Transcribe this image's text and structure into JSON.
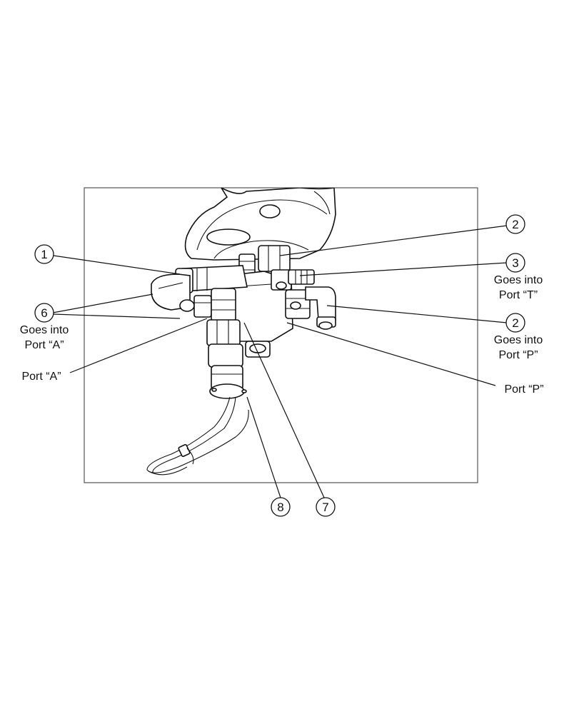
{
  "callouts": [
    {
      "id": "c1",
      "number": "1"
    },
    {
      "id": "c2a",
      "number": "2"
    },
    {
      "id": "c3",
      "number": "3",
      "note_line1": "Goes into",
      "note_line2": "Port “T”"
    },
    {
      "id": "c6",
      "number": "6",
      "note_line1": "Goes into",
      "note_line2": "Port “A”"
    },
    {
      "id": "c2b",
      "number": "2",
      "note_line1": "Goes into",
      "note_line2": "Port “P”"
    },
    {
      "id": "c8",
      "number": "8"
    },
    {
      "id": "c7",
      "number": "7"
    }
  ],
  "port_labels": {
    "port_a": "Port “A”",
    "port_p": "Port “P”"
  }
}
